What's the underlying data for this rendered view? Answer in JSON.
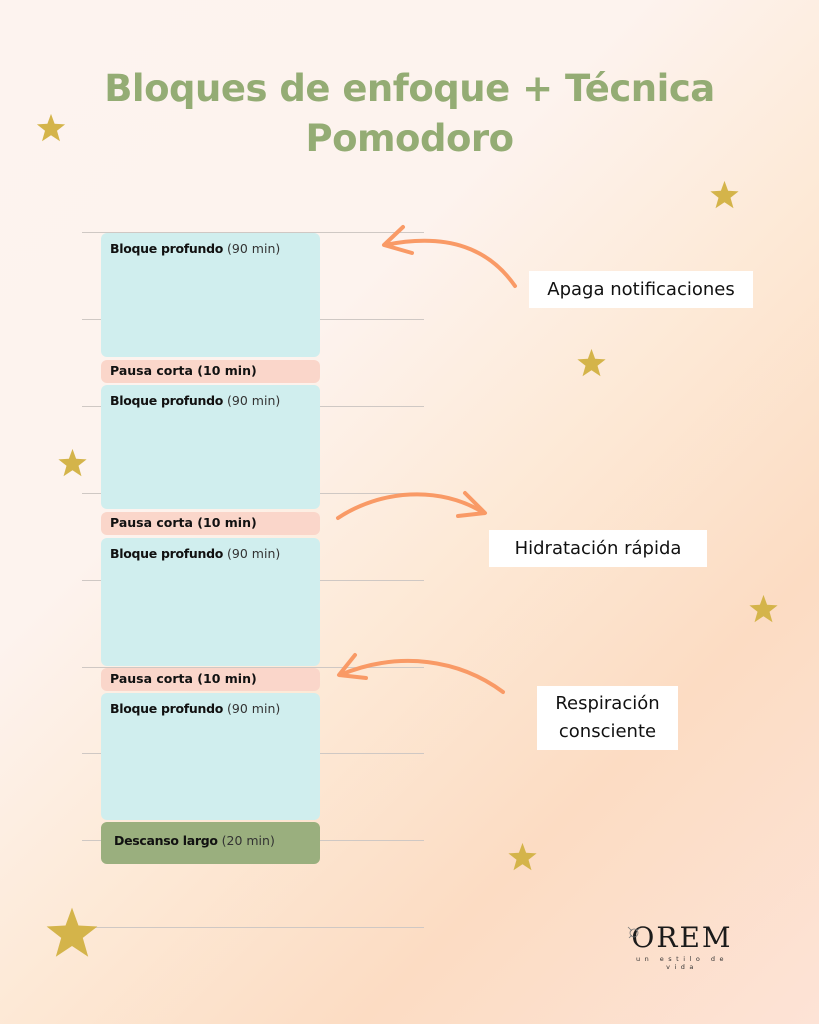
{
  "title": {
    "line1": "Bloques de enfoque + Técnica",
    "line2": "Pomodoro"
  },
  "schedule": [
    {
      "type": "deep",
      "name": "Bloque profundo",
      "duration": "(90 min)"
    },
    {
      "type": "short",
      "name": "Pausa corta (10 min)"
    },
    {
      "type": "deep",
      "name": "Bloque profundo",
      "duration": "(90 min)"
    },
    {
      "type": "short",
      "name": "Pausa corta (10 min)"
    },
    {
      "type": "deep",
      "name": "Bloque profundo",
      "duration": "(90 min)"
    },
    {
      "type": "short",
      "name": "Pausa corta (10 min)"
    },
    {
      "type": "deep",
      "name": "Bloque profundo",
      "duration": "(90 min)"
    },
    {
      "type": "long",
      "name": "Descanso largo",
      "duration": "(20 min)"
    }
  ],
  "annotations": [
    {
      "text": "Apaga notificaciones",
      "points_to": "Bloque profundo 1"
    },
    {
      "text": "Hidratación rápida",
      "points_from": "Pausa corta 2"
    },
    {
      "line1": "Respiración",
      "line2": "consciente",
      "points_to": "Pausa corta 3"
    }
  ],
  "logo": {
    "name": "OREM",
    "tagline": "un estilo de vida"
  },
  "colors": {
    "title": "#94ac74",
    "deep_block": "#d0eeee",
    "short_break": "#fad6ca",
    "long_break": "#9aaf7e",
    "arrow": "#f99a66",
    "star": "#d4b44a"
  },
  "icons": [
    "star-icon",
    "curved-arrow-icon",
    "orem-logo-mark"
  ]
}
